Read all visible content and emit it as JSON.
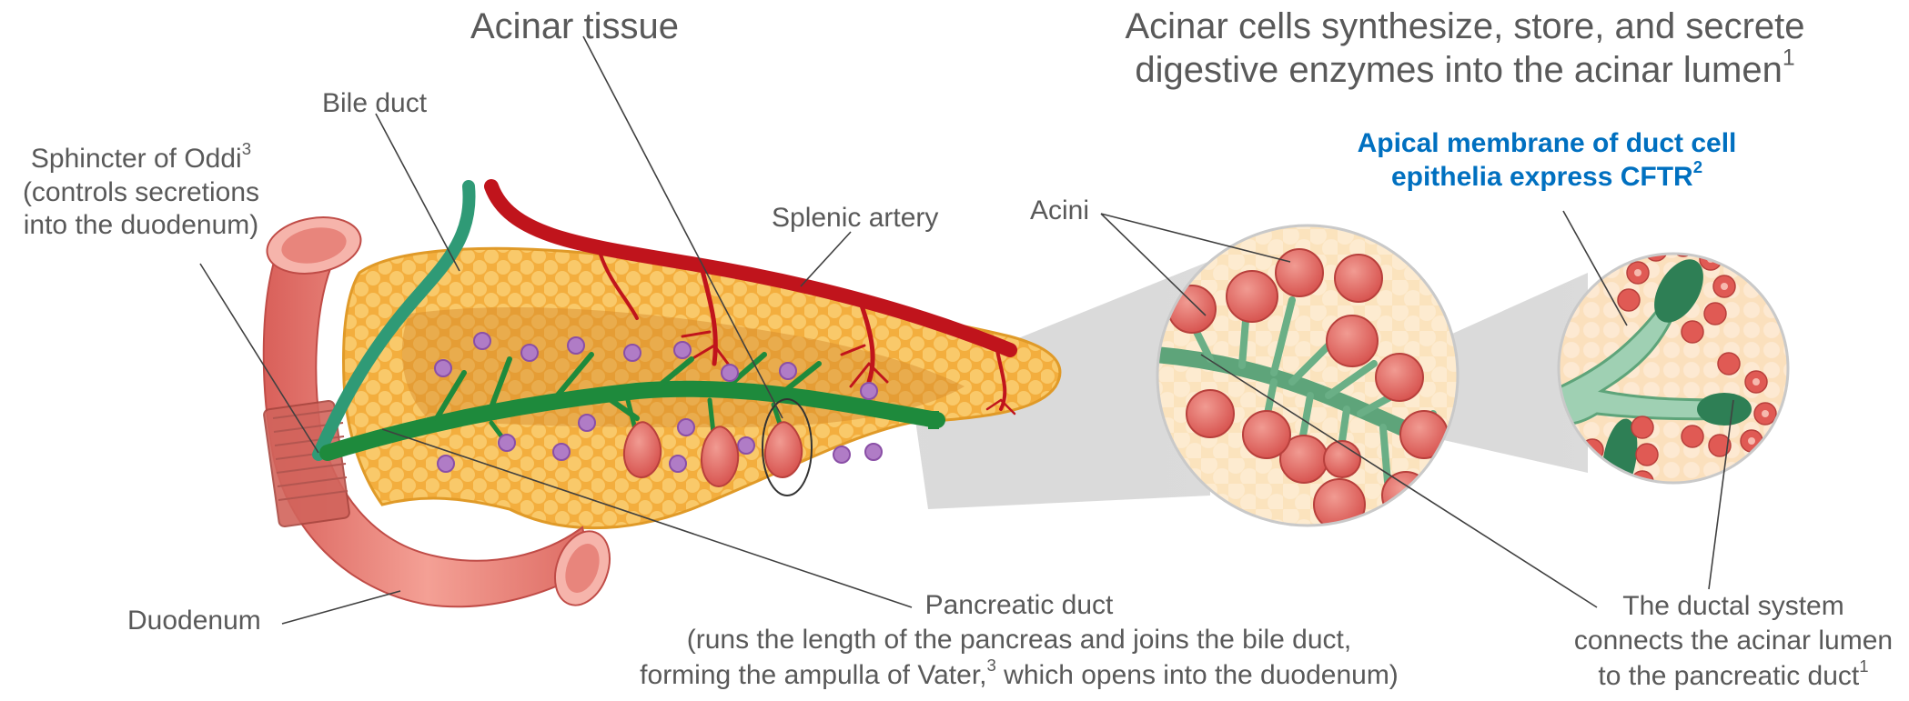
{
  "title_acinar_tissue": "Acinar tissue",
  "title_acinar_cells": {
    "line1": "Acinar cells synthesize, store, and secrete",
    "line2": "digestive enzymes into the acinar lumen",
    "sup": "1"
  },
  "label_bile_duct": "Bile duct",
  "label_sphincter": {
    "line1": "Sphincter of Oddi",
    "sup": "3",
    "line2": "(controls secretions",
    "line3": "into the duodenum)"
  },
  "label_splenic_artery": "Splenic artery",
  "label_duodenum": "Duodenum",
  "label_acini": "Acini",
  "label_apical": {
    "line1": "Apical membrane of duct cell",
    "line2": "epithelia express CFTR",
    "sup": "2",
    "color": "#0070c0"
  },
  "label_pancreatic_duct": {
    "line1": "Pancreatic duct",
    "line2": "(runs the length of the pancreas and joins the bile duct,",
    "line3a": "forming the ampulla of Vater,",
    "line3sup": "3",
    "line3b": " which opens into the duodenum)"
  },
  "label_ductal_system": {
    "line1": "The ductal system",
    "line2": "connects the acinar lumen",
    "line3": "to the pancreatic duct",
    "sup": "1"
  },
  "colors": {
    "text": "#595959",
    "accent_blue": "#0070c0",
    "pancreas": "#f5b547",
    "duct_green": "#1e8a3c",
    "artery_red": "#c0141c",
    "duodenum": "#ea7f76",
    "acini": "#e56a66"
  }
}
